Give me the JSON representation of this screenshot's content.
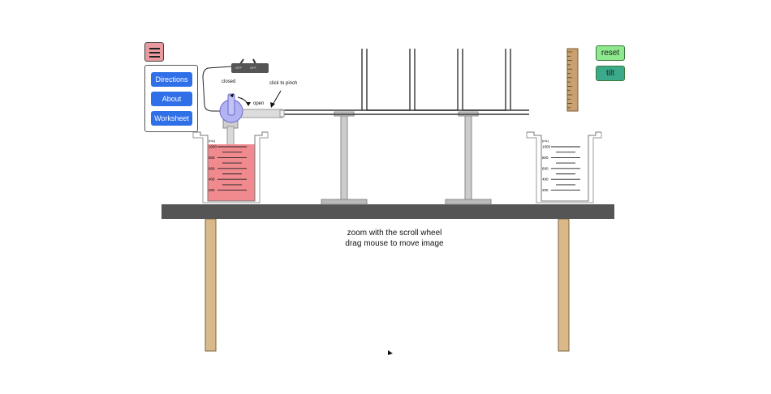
{
  "menu": {
    "items": [
      "Directions",
      "About",
      "Worksheet"
    ]
  },
  "controls": {
    "reset_label": "reset",
    "tilt_label": "tilt"
  },
  "apparatus": {
    "valve_closed_label": "closed",
    "valve_open_label": "open",
    "pinch_hint": "click to pinch",
    "switch_labels": [
      "OFF",
      "OFF"
    ],
    "left_beaker_fill_color": "#f08a8e",
    "beaker_unit": "(mL)",
    "beaker_ticks": [
      "1000",
      "800",
      "600",
      "400",
      "200"
    ]
  },
  "hints": {
    "line1": "zoom with the scroll wheel",
    "line2": "drag mouse to move image"
  },
  "colors": {
    "menu_button": "#e89aa0",
    "menu_item": "#2f6fe8",
    "reset": "#8ee88e",
    "tilt": "#3aaa8a",
    "table_top": "#555555",
    "table_leg": "#d9b98a"
  }
}
